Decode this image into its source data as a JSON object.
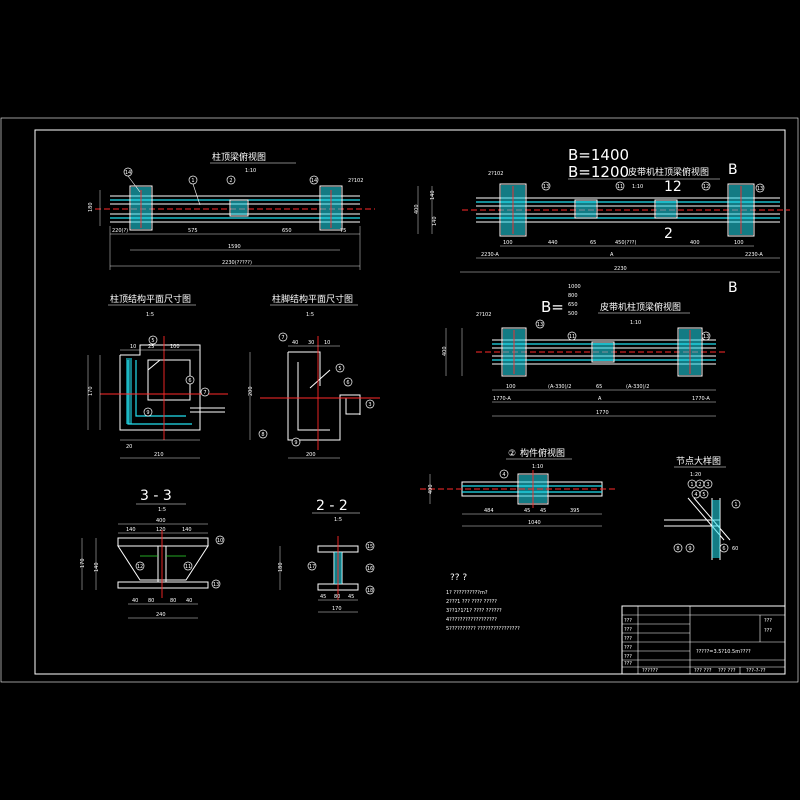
{
  "titles": {
    "beam_top_view": "柱顶梁俯视图",
    "scale_1_10_a": "1:10",
    "b1400": "B=1400",
    "b1200": "B=1200",
    "belt_top_view_1": "皮带机柱顶梁俯视图",
    "scale_1_10_b": "1:10",
    "b_eq": "B=",
    "b_values": [
      "1000",
      "800",
      "650",
      "500"
    ],
    "belt_top_view_2": "皮带机柱顶梁俯视图",
    "scale_1_10_c": "1:10",
    "col_top_plan": "柱顶结构平面尺寸图",
    "scale_1_5_a": "1:5",
    "col_foot_plan": "柱脚结构平面尺寸图",
    "scale_1_5_b": "1:5",
    "member_view": "构件俯视图",
    "member_num": "②",
    "scale_1_10_d": "1:10",
    "node_detail": "节点大样图",
    "scale_1_20": "1:20",
    "sec33": "3 - 3",
    "scale_1_5_c": "1:5",
    "sec22": "2 - 2",
    "scale_1_5_d": "1:5"
  },
  "dims": {
    "v1_total": "2230(?????)",
    "v1_mid": "1590",
    "v1_a": "575",
    "v1_b": "650",
    "v1_c": "75",
    "v1_d": "220(?)",
    "v2_total": "2230",
    "v2_a": "440",
    "v2_b": "450(???)",
    "v2_c": "400",
    "v2_d": "100",
    "v2_e": "A",
    "v2_side": "2230-A",
    "v3_total": "1770",
    "v3_a": "(A-330)/2",
    "v3_b": "(A-330)/2",
    "v3_c": "A",
    "v3_side": "1770-A",
    "m_a": "484",
    "m_b": "395",
    "m_total": "1040",
    "s33_top": "400",
    "s33_b": "240",
    "s22_b": "170",
    "plan1_b": "210",
    "plan2_b": "200",
    "b_height": "400"
  },
  "callouts": [
    "13",
    "11",
    "12",
    "14",
    "15",
    "16",
    "17",
    "18",
    "1",
    "2",
    "3",
    "4",
    "5",
    "6",
    "7",
    "8",
    "9",
    "10"
  ],
  "bar_label": "2?102",
  "marker_b": "B",
  "marker_12": "12",
  "marker_2": "2",
  "notes": {
    "heading": "?? ?",
    "lines": [
      "1? ??????????m?",
      "2???1   ??? ????     ?????",
      "3??1?1?1?     ???? ??????",
      "4??????????????????",
      "5??????????     ????????????????"
    ]
  },
  "title_block": {
    "drawing_name": "?????=3.5?10.5m????",
    "rows": [
      {
        "k": "???",
        "v": ""
      },
      {
        "k": "???",
        "v": ""
      },
      {
        "k": "???",
        "v": ""
      },
      {
        "k": "???",
        "v": ""
      },
      {
        "k": "???",
        "v": ""
      },
      {
        "k": "???",
        "v": "??????"
      }
    ],
    "bottom": [
      "??? ???",
      "??? ???",
      "??? ???",
      "??? ???"
    ],
    "right_top": "???",
    "right_mid": "???",
    "number": "???-?-??"
  },
  "colors": {
    "background": "#000000",
    "line": "#ffffff",
    "cyan": "#22e0f0",
    "red": "#ff2a2a",
    "green": "#2fe02f"
  }
}
